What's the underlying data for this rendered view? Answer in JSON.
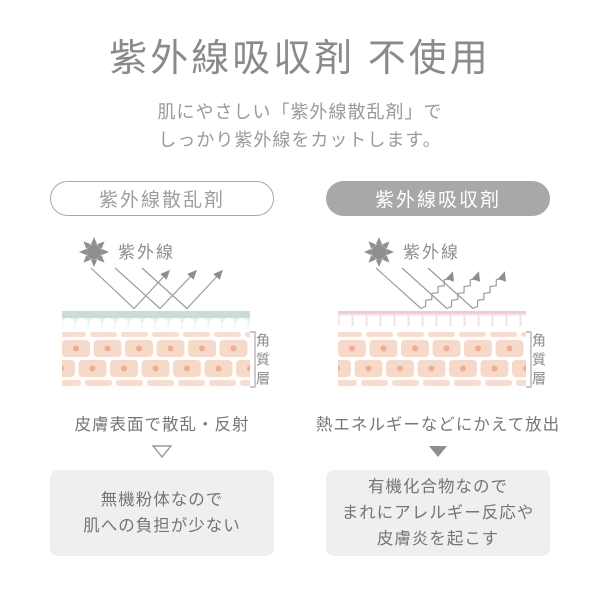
{
  "header": {
    "title": "紫外線吸収剤 不使用",
    "subtitle_lines": [
      "肌にやさしい「紫外線散乱剤」で",
      "しっかり紫外線をカットします。"
    ]
  },
  "columns": {
    "left": {
      "pill_label": "紫外線散乱剤",
      "uv_label": "紫外線",
      "layer_label": "角質層",
      "caption": "皮膚表面で散乱・反射",
      "box_lines": [
        "無機粉体なので",
        "肌への負担が少ない"
      ]
    },
    "right": {
      "pill_label": "紫外線吸収剤",
      "uv_label": "紫外線",
      "layer_label": "角質層",
      "caption": "熱エネルギーなどにかえて放出",
      "box_lines": [
        "有機化合物なので",
        "まれにアレルギー反応や",
        "皮膚炎を起こす"
      ]
    }
  },
  "colors": {
    "text_gray": "#8a8a8a",
    "pill_gray": "#a8a8a8",
    "arrow_gray": "#9c9c9c",
    "teal_film": "#c9dcd9",
    "pink_film_line": "#eec9d7",
    "pink_film_bg": "#f6e0e8",
    "skin_cell": "#f7d9ca",
    "skin_dot": "#eeae93",
    "box_bg": "#efefef"
  }
}
